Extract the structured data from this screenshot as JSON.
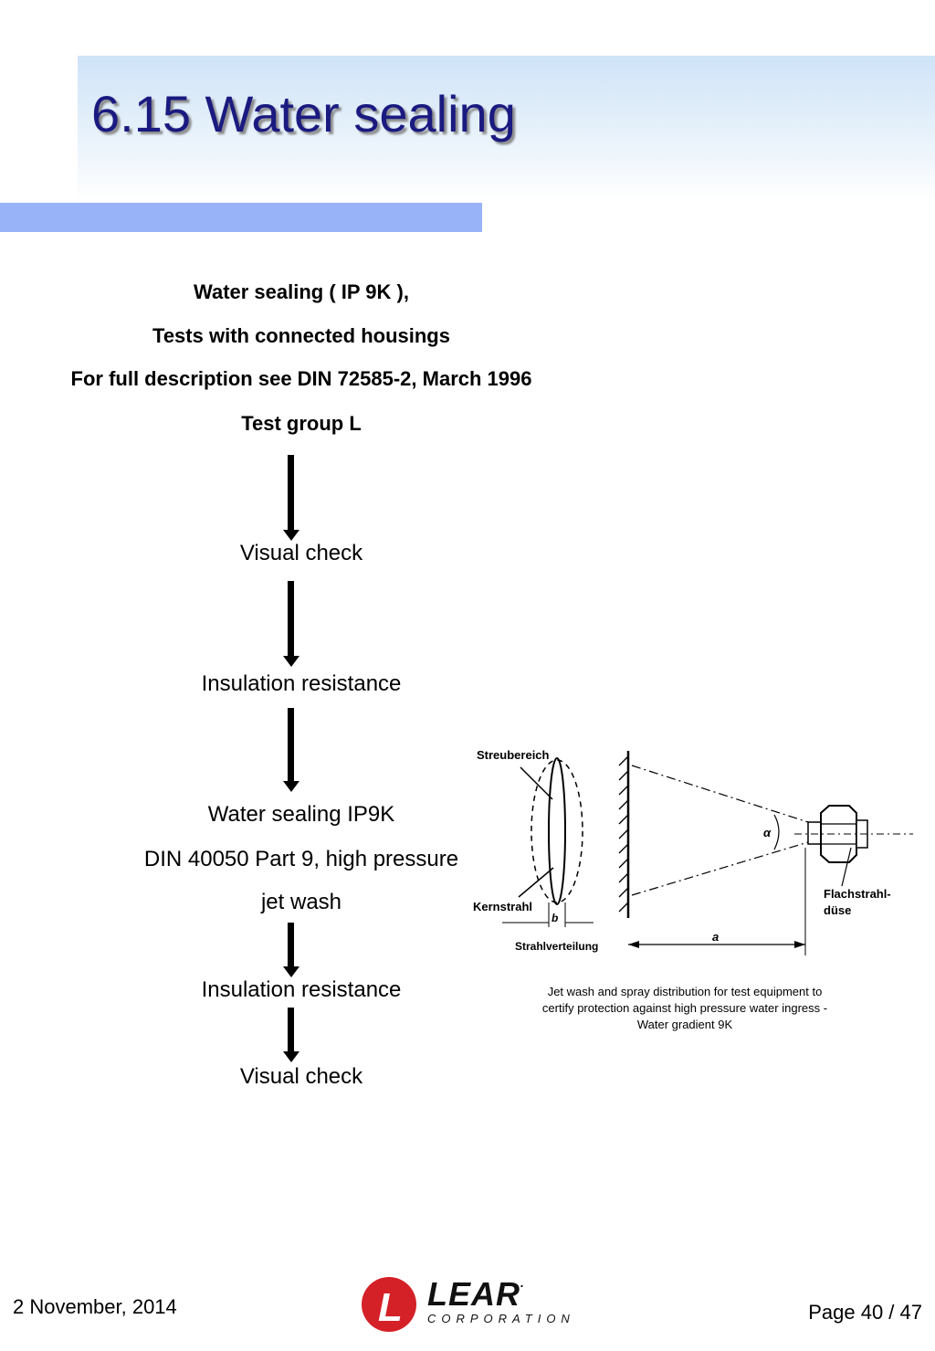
{
  "slide": {
    "title": "6.15 Water sealing"
  },
  "header": {
    "line1": "Water sealing ( IP 9K ),",
    "line2": "Tests with connected housings",
    "line3": "For full description see DIN 72585-2, March 1996",
    "line4": "Test group L"
  },
  "flow": {
    "step1": "Visual check",
    "step2": "Insulation resistance",
    "step3_line1": "Water sealing IP9K",
    "step3_line2": "DIN 40050 Part 9, high pressure",
    "step3_line3": "jet wash",
    "step4": "Insulation resistance",
    "step5": "Visual check"
  },
  "diagram": {
    "label_streubereich": "Streubereich",
    "label_kernstrahl": "Kernstrahl",
    "label_strahlverteilung": "Strahlverteilung",
    "label_flachstrahl_1": "Flachstrahl-",
    "label_flachstrahl_2": "düse",
    "label_a": "a",
    "label_b": "b",
    "label_alpha": "α"
  },
  "caption": {
    "line1": "Jet wash and spray distribution for test equipment to",
    "line2": "certify protection against high pressure water ingress -",
    "line3": "Water gradient 9K"
  },
  "footer": {
    "date": "2 November, 2014",
    "page": "Page 40 / 47",
    "logo_letter": "L",
    "logo_word": "LEAR",
    "logo_sub": "CORPORATION",
    "logo_mark": "."
  },
  "colors": {
    "title": "#1a1a80",
    "blue_bar": "#99b3f9",
    "logo_red": "#d42127"
  }
}
